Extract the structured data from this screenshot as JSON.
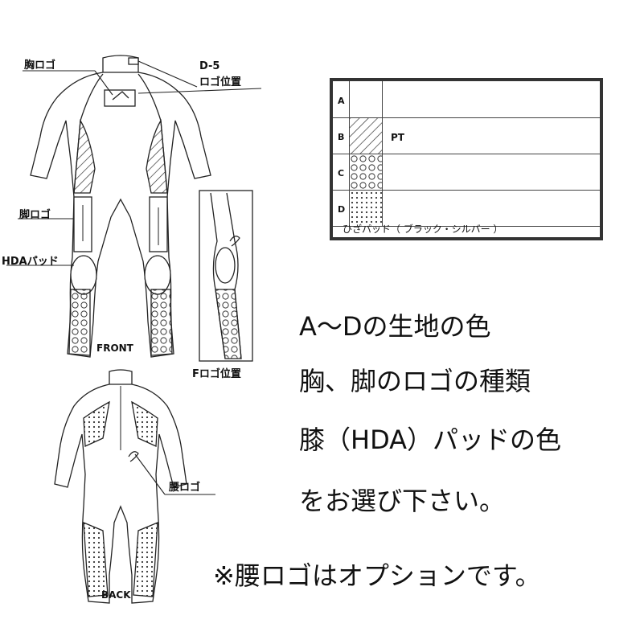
{
  "labels": {
    "chest_logo": "胸ロゴ",
    "d5_line1": "D-5",
    "d5_line2": "ロゴ位置",
    "leg_logo": "脚ロゴ",
    "hda_pad": "HDAパッド",
    "front": "FRONT",
    "f_logo_position": "Fロゴ位置",
    "waist_logo": "腰ロゴ",
    "back": "BACK"
  },
  "legend": {
    "rows": [
      {
        "letter": "A",
        "pattern": "blank",
        "text": ""
      },
      {
        "letter": "B",
        "pattern": "hatch",
        "text": "PT"
      },
      {
        "letter": "C",
        "pattern": "circles",
        "text": ""
      },
      {
        "letter": "D",
        "pattern": "dots",
        "text": ""
      }
    ],
    "footer": "ひざパッド（ ブラック・シルバー ）"
  },
  "instructions": {
    "line1": "A～Dの生地の色",
    "line2": "胸、脚のロゴの種類",
    "line3": "膝（HDA）パッドの色",
    "line4": "をお選び下さい。",
    "note": "※腰ロゴはオプションです。"
  }
}
